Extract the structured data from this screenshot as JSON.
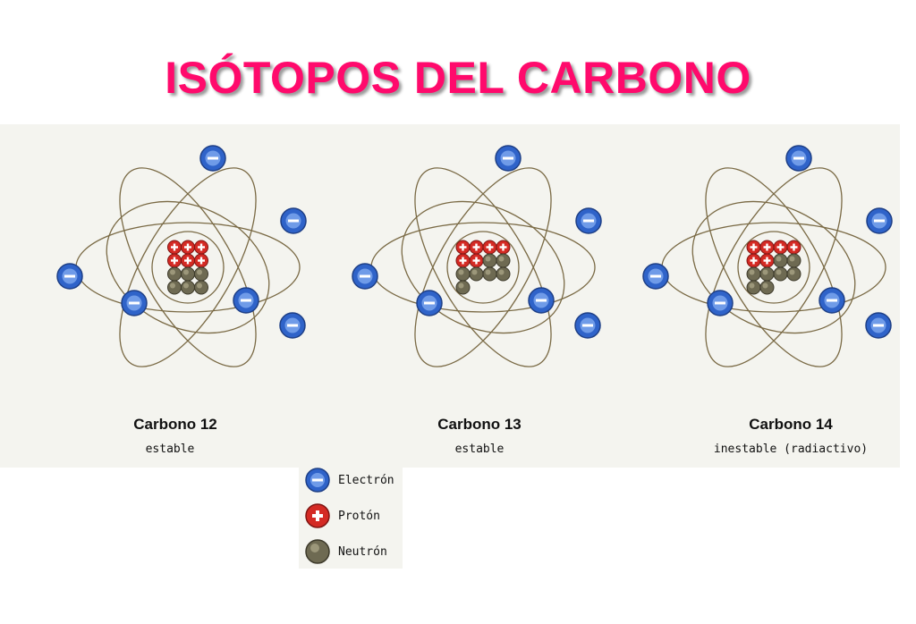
{
  "title": "ISÓTOPOS DEL CARBONO",
  "isotopes": [
    {
      "name": "Carbono 12",
      "status": "estable",
      "protons": 6,
      "neutrons": 6,
      "electrons": 6
    },
    {
      "name": "Carbono 13",
      "status": "estable",
      "protons": 6,
      "neutrons": 7,
      "electrons": 6
    },
    {
      "name": "Carbono 14",
      "status": "inestable (radiactivo)",
      "protons": 6,
      "neutrons": 8,
      "electrons": 6
    }
  ],
  "legend": {
    "electron": "Electrón",
    "proton": "Protón",
    "neutron": "Neutrón"
  },
  "colors": {
    "title": "#ff0a6c",
    "electron": "#2f63c9",
    "proton": "#d42a24",
    "neutron": "#6e6a52",
    "orbit": "#7a6a45"
  }
}
